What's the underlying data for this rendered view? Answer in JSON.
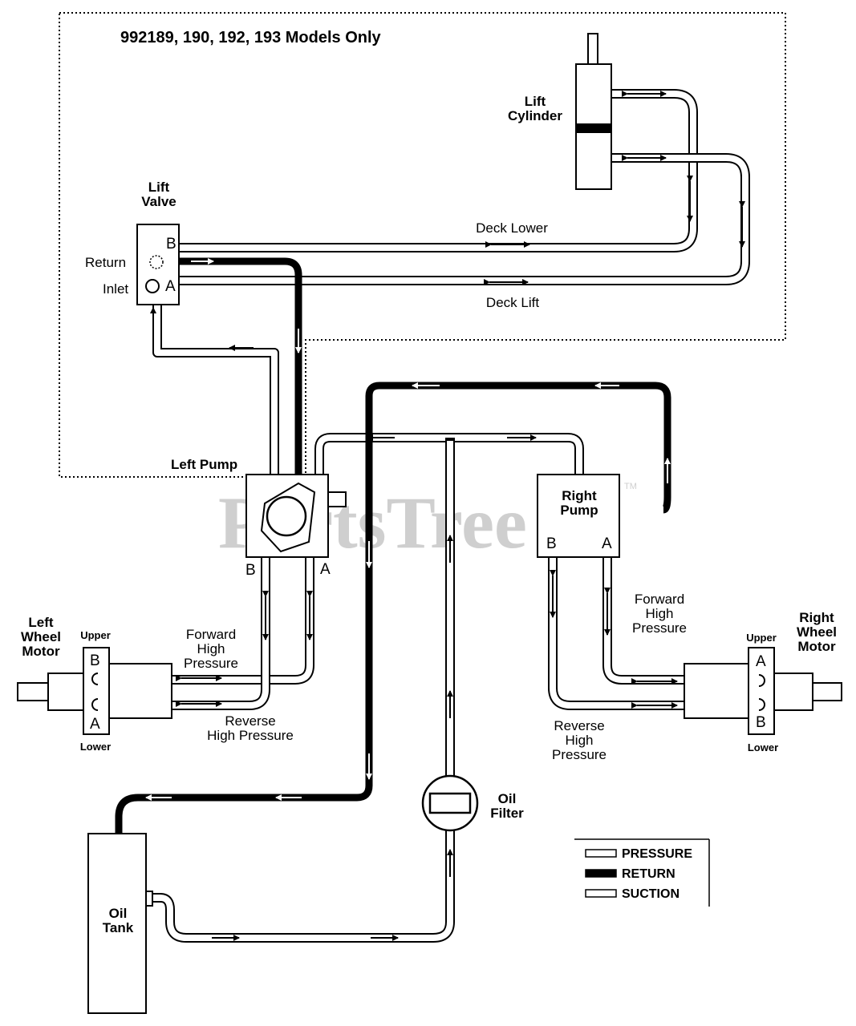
{
  "header": {
    "models_note": "992189, 190, 192, 193 Models Only"
  },
  "components": {
    "lift_cylinder": [
      "Lift",
      "Cylinder"
    ],
    "lift_valve": [
      "Lift",
      "Valve"
    ],
    "lift_valve_ports": {
      "b": "B",
      "a": "A",
      "return": "Return",
      "inlet": "Inlet"
    },
    "left_pump": "Left Pump",
    "left_pump_ports": {
      "b": "B",
      "a": "A"
    },
    "right_pump": [
      "Right",
      "Pump"
    ],
    "right_pump_ports": {
      "b": "B",
      "a": "A"
    },
    "left_wheel_motor": [
      "Left",
      "Wheel",
      "Motor"
    ],
    "left_motor_ports": {
      "upper": "Upper",
      "lower": "Lower",
      "b": "B",
      "a": "A"
    },
    "right_wheel_motor": [
      "Right",
      "Wheel",
      "Motor"
    ],
    "right_motor_ports": {
      "upper": "Upper",
      "lower": "Lower",
      "a": "A",
      "b": "B"
    },
    "oil_filter": [
      "Oil",
      "Filter"
    ],
    "oil_tank": [
      "Oil",
      "Tank"
    ]
  },
  "lines": {
    "deck_lower": "Deck Lower",
    "deck_lift": "Deck Lift",
    "left_forward": [
      "Forward",
      "High",
      "Pressure"
    ],
    "left_reverse": [
      "Reverse",
      "High Pressure"
    ],
    "right_forward": [
      "Forward",
      "High",
      "Pressure"
    ],
    "right_reverse": [
      "Reverse",
      "High",
      "Pressure"
    ]
  },
  "legend": {
    "items": [
      {
        "label": "PRESSURE",
        "style": "outline"
      },
      {
        "label": "RETURN",
        "style": "solid"
      },
      {
        "label": "SUCTION",
        "style": "outline"
      }
    ]
  },
  "watermark": {
    "text": "PartsTree",
    "tm": "TM"
  },
  "colors": {
    "line": "#000000",
    "background": "#ffffff",
    "watermark": "#cfcfcf"
  }
}
